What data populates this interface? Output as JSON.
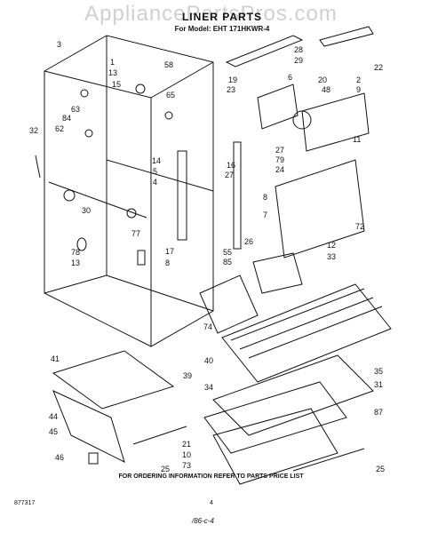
{
  "header": {
    "watermark": "AppliancePartsPros.com",
    "title": "LINER PARTS",
    "model_line": "For Model: EHT 171HKWR-4"
  },
  "footer": {
    "ordering_note": "FOR ORDERING INFORMATION REFER TO PARTS PRICE LIST",
    "doc_code": "877317",
    "page_mark": "4",
    "signature": "/86-c-4"
  },
  "callouts": [
    "3",
    "1",
    "13",
    "15",
    "58",
    "63",
    "84",
    "62",
    "65",
    "32",
    "14",
    "5",
    "4",
    "30",
    "77",
    "78",
    "13",
    "17",
    "8",
    "28",
    "29",
    "22",
    "19",
    "23",
    "6",
    "20",
    "48",
    "2",
    "9",
    "11",
    "16",
    "27",
    "27",
    "79",
    "24",
    "8",
    "7",
    "26",
    "12",
    "33",
    "72",
    "55",
    "85",
    "74",
    "41",
    "39",
    "40",
    "35",
    "34",
    "31",
    "44",
    "45",
    "87",
    "46",
    "25",
    "21",
    "10",
    "73",
    "25"
  ]
}
